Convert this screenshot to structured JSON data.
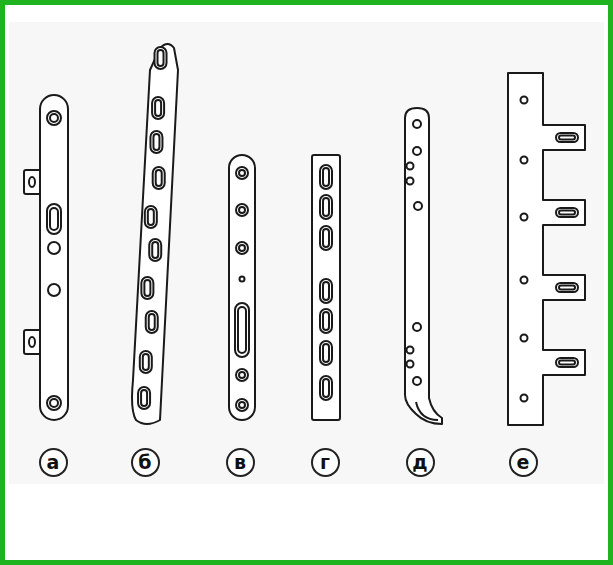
{
  "diagram": {
    "nodes": [
      {
        "text": [
          "а"
        ]
      },
      {
        "text": [
          "б"
        ]
      },
      {
        "text": [
          "в"
        ]
      },
      {
        "text": [
          "г"
        ]
      },
      {
        "text": [
          "д"
        ]
      },
      {
        "text": [
          "е"
        ]
      }
    ]
  }
}
